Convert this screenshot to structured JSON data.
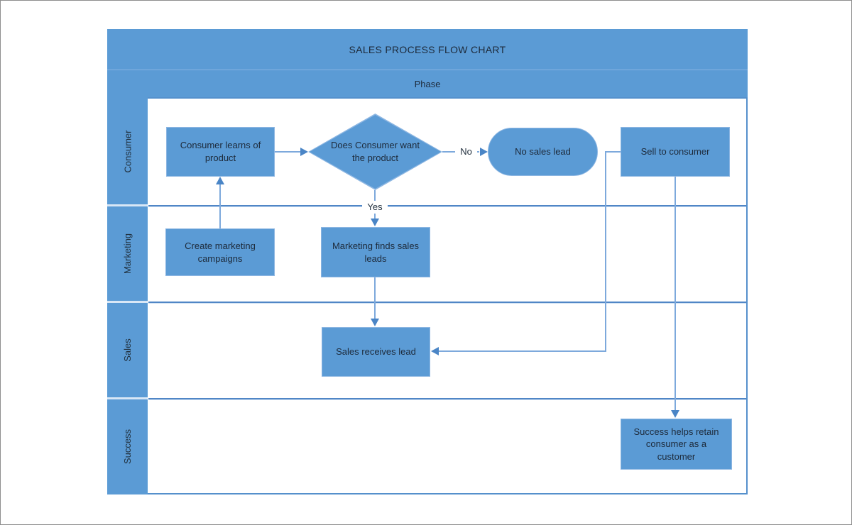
{
  "diagram": {
    "title": "SALES PROCESS FLOW CHART",
    "phase_label": "Phase",
    "lanes": [
      {
        "label": "Consumer"
      },
      {
        "label": "Marketing"
      },
      {
        "label": "Sales"
      },
      {
        "label": "Success"
      }
    ],
    "nodes": [
      {
        "id": "consumer-learns",
        "type": "process",
        "lane": "Consumer",
        "label": "Consumer learns of product"
      },
      {
        "id": "want-product",
        "type": "decision",
        "lane": "Consumer",
        "label": "Does Consumer want the product"
      },
      {
        "id": "no-sales-lead",
        "type": "terminator",
        "lane": "Consumer",
        "label": "No sales lead"
      },
      {
        "id": "sell-to-consumer",
        "type": "process",
        "lane": "Consumer",
        "label": "Sell to consumer"
      },
      {
        "id": "create-campaigns",
        "type": "process",
        "lane": "Marketing",
        "label": "Create marketing campaigns"
      },
      {
        "id": "marketing-finds",
        "type": "process",
        "lane": "Marketing",
        "label": "Marketing finds sales leads"
      },
      {
        "id": "sales-receives",
        "type": "process",
        "lane": "Sales",
        "label": "Sales receives lead"
      },
      {
        "id": "success-retains",
        "type": "process",
        "lane": "Success",
        "label": "Success helps retain consumer as a customer"
      }
    ],
    "connectors": [
      {
        "from": "consumer-learns",
        "to": "want-product",
        "label": ""
      },
      {
        "from": "want-product",
        "to": "no-sales-lead",
        "label": "No"
      },
      {
        "from": "want-product",
        "to": "marketing-finds",
        "label": "Yes"
      },
      {
        "from": "create-campaigns",
        "to": "consumer-learns",
        "label": ""
      },
      {
        "from": "marketing-finds",
        "to": "sales-receives",
        "label": ""
      },
      {
        "from": "sell-to-consumer",
        "to": "sales-receives",
        "label": ""
      },
      {
        "from": "sell-to-consumer",
        "to": "success-retains",
        "label": ""
      }
    ],
    "colors": {
      "band_blue": "#5b9bd5",
      "shape_fill": "#5b9bd5",
      "shape_border": "#8db6e2",
      "connector_line": "#7da9dc",
      "arrowhead": "#4a85c6",
      "divider": "#5086c6",
      "text": "#1d2a3a",
      "canvas_border": "#8e8e8e"
    }
  }
}
